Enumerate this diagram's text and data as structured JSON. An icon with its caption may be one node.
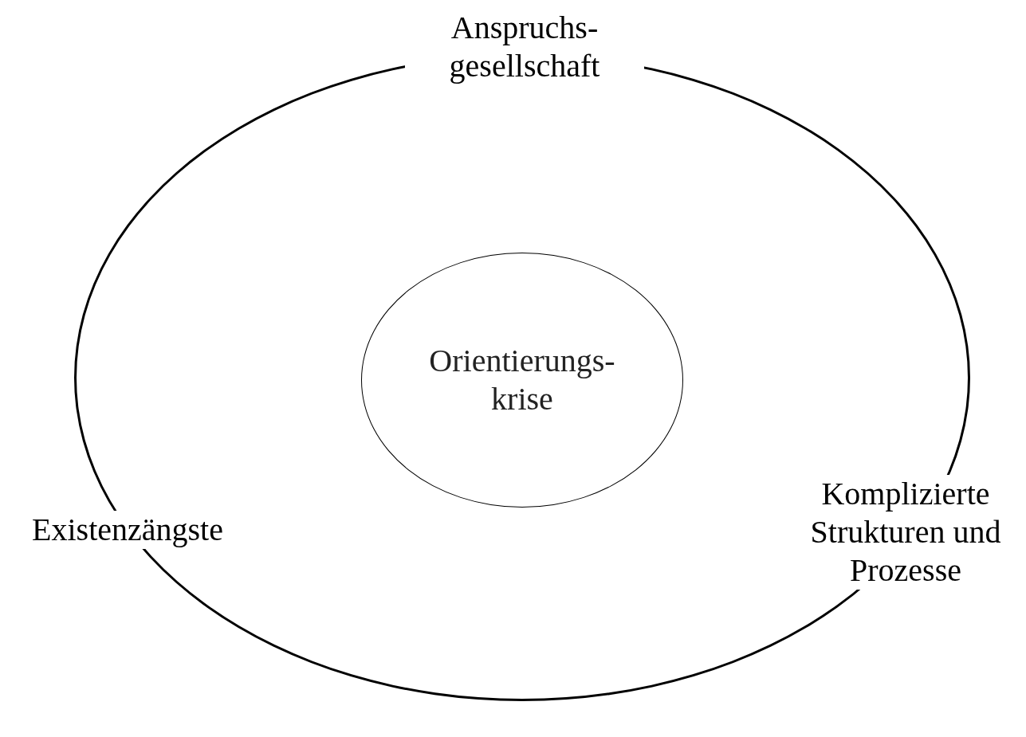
{
  "diagram": {
    "nodes": [
      {
        "text": [
          "Anspruchs- gesellschaft",
          "Existenzängste",
          "Komplizierte Strukturen und Prozesse"
        ]
      },
      {
        "text": [
          "Orientierungs- krise"
        ],
        "in": 0
      }
    ]
  }
}
